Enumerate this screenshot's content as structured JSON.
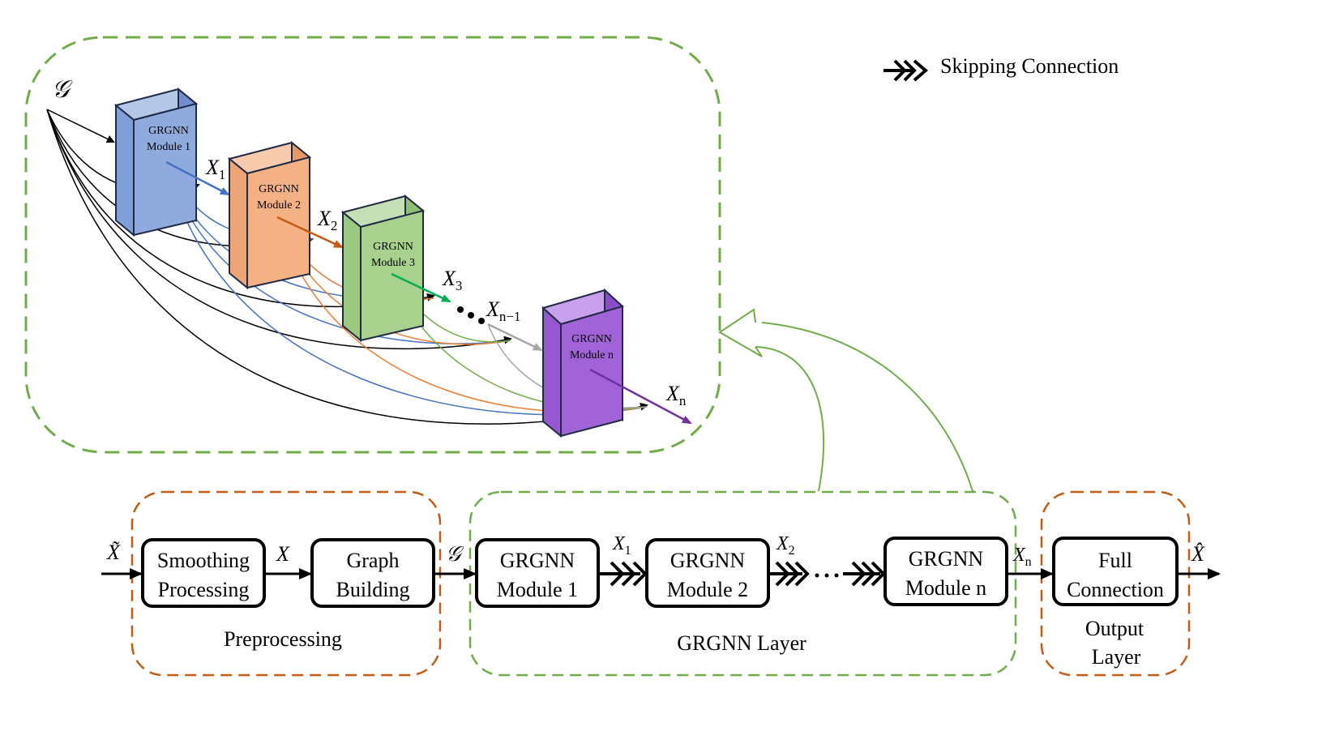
{
  "legend": {
    "label": "Skipping  Connection"
  },
  "colors": {
    "green_dash": "#70ad47",
    "orange_dash": "#c55a11",
    "blue": "#4472c4",
    "orange": "#ed7d31",
    "green": "#70ad47",
    "purple": "#7030a0",
    "gray": "#a6a6a6",
    "block_blue": "#8faadc",
    "block_orange": "#f4b183",
    "block_green": "#a9d18e",
    "block_purple": "#a064d8"
  },
  "detail": {
    "graph_symbol": "𝒢",
    "modules": [
      {
        "line1": "GRGNN",
        "line2": "Module 1"
      },
      {
        "line1": "GRGNN",
        "line2": "Module 2"
      },
      {
        "line1": "GRGNN",
        "line2": "Module 3"
      },
      {
        "line1": "GRGNN",
        "line2": "Module n"
      }
    ],
    "outputs": [
      {
        "base": "X",
        "sub": "1"
      },
      {
        "base": "X",
        "sub": "2"
      },
      {
        "base": "X",
        "sub": "3"
      },
      {
        "base": "X",
        "sub": "n−1"
      },
      {
        "base": "X",
        "sub": "n"
      }
    ]
  },
  "pipeline": {
    "input_symbol": "X̃",
    "smoothing": {
      "line1": "Smoothing",
      "line2": "Processing"
    },
    "smoothed_symbol": "X",
    "graph_building": {
      "line1": "Graph",
      "line2": "Building"
    },
    "graph_symbol": "𝒢",
    "modules": [
      {
        "line1": "GRGNN",
        "line2": "Module 1"
      },
      {
        "line1": "GRGNN",
        "line2": "Module 2"
      },
      {
        "line1": "GRGNN",
        "line2": "Module n"
      }
    ],
    "x1": {
      "base": "X",
      "sub": "1"
    },
    "x2": {
      "base": "X",
      "sub": "2"
    },
    "xn": {
      "base": "X",
      "sub": "n"
    },
    "full_connection": {
      "line1": "Full",
      "line2": "Connection"
    },
    "output_symbol": "X̂",
    "group_preprocessing": "Preprocessing",
    "group_grgnn": "GRGNN Layer",
    "group_output": {
      "line1": "Output",
      "line2": "Layer"
    }
  }
}
